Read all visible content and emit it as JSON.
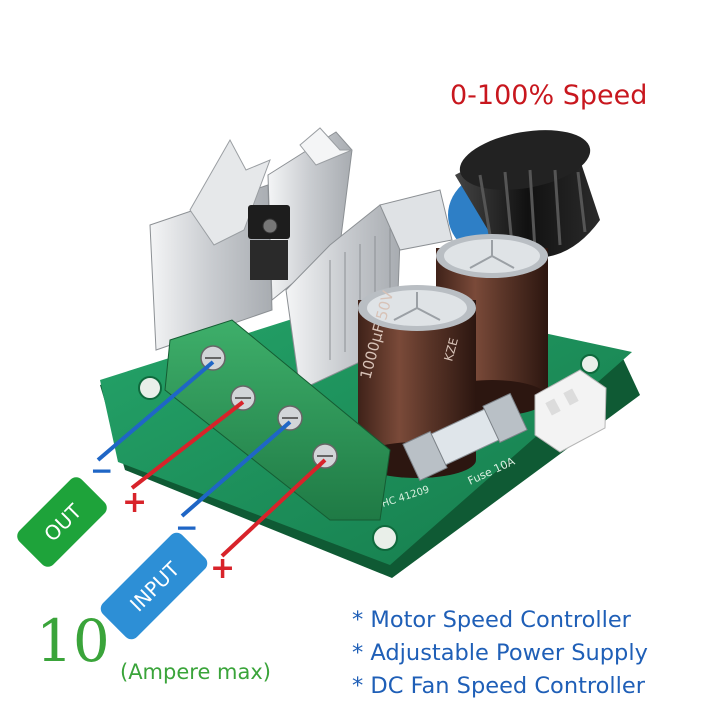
{
  "speed_label": "0-100% Speed",
  "features": [
    "* Motor Speed Controller",
    "* Adjustable Power Supply",
    "* DC Fan Speed Controller"
  ],
  "current": {
    "value": "10",
    "unit": "(Ampere max)"
  },
  "terminals": {
    "output_label": "OUT",
    "input_label": "INPUT",
    "negative_sign": "−",
    "positive_sign": "+"
  },
  "board_markings": {
    "cap_rating": "1000μF 50V",
    "cap_series": "KZE",
    "fuse_text": "Fuse 10A",
    "pcb_code": "CMHC 41209"
  },
  "colors": {
    "out_badge": "#1ea33a",
    "input_badge": "#2d8fd6",
    "negative_wire": "#1f66c6",
    "positive_wire": "#d8232a",
    "speed_text": "#c8171e",
    "features_text": "#1f5fb7",
    "amp_text": "#3aa43a",
    "pcb": "#1c8f5a",
    "capacitor": "#5a3528",
    "knob": "#1b1b1b"
  }
}
